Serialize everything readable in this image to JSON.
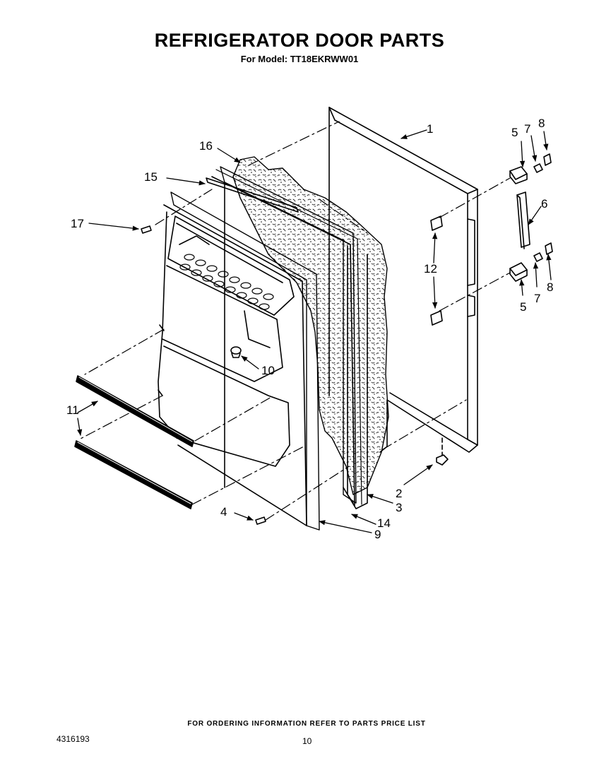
{
  "header": {
    "title": "REFRIGERATOR DOOR PARTS",
    "subtitle": "For Model: TT18EKRWW01"
  },
  "callouts": [
    "1",
    "2",
    "3",
    "4",
    "5",
    "5",
    "6",
    "7",
    "7",
    "8",
    "8",
    "9",
    "10",
    "11",
    "12",
    "14",
    "15",
    "16",
    "17"
  ],
  "footer": {
    "ordering_note": "FOR ORDERING INFORMATION REFER TO PARTS PRICE LIST",
    "document_number": "4316193",
    "page_number": "10"
  }
}
